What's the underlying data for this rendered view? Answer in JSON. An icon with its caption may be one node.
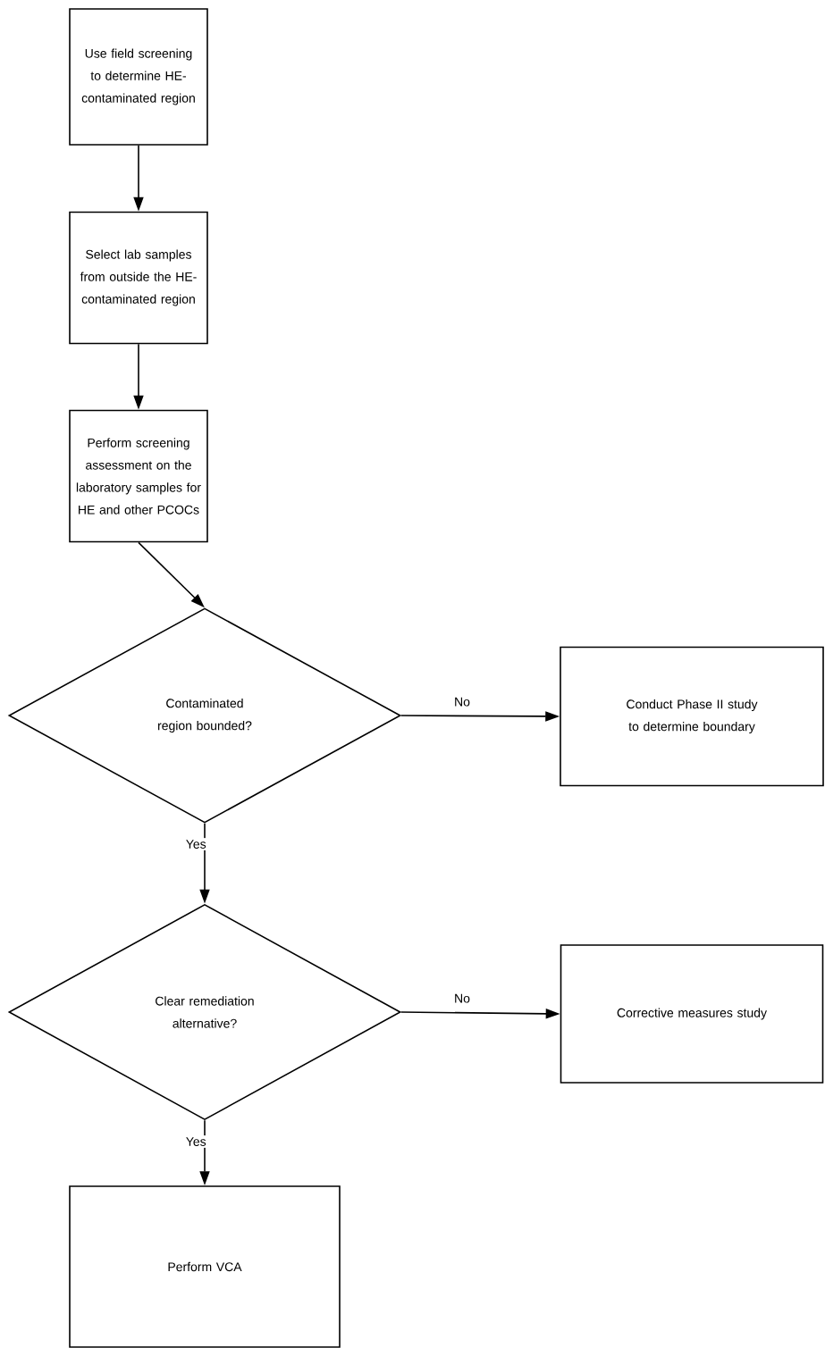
{
  "diagram": {
    "nodes": [
      {
        "text": [
          "Use field screening to determine HE-contaminated region"
        ]
      },
      {
        "text": [
          "Select lab samples from outside the HE-contaminated region"
        ]
      },
      {
        "text": [
          "Perform screening assessment on the laboratory samples for HE and other PCOCs"
        ]
      },
      {
        "text": [
          "Contaminated region bounded?"
        ]
      },
      {
        "text": [
          "Conduct Phase II study to determine boundary"
        ]
      },
      {
        "text": [
          "Clear remediation alternative?"
        ]
      },
      {
        "text": [
          "Corrective measures study"
        ]
      },
      {
        "text": [
          "Perform VCA"
        ]
      }
    ],
    "edges": [
      {
        "from": 0,
        "to": 1,
        "arrow": "to"
      },
      {
        "from": 1,
        "to": 2,
        "arrow": "to"
      },
      {
        "from": 2,
        "to": 3,
        "arrow": "to"
      },
      {
        "from": 3,
        "to": 4,
        "arrow": "to",
        "label": "No"
      },
      {
        "from": 3,
        "to": 5,
        "arrow": "to",
        "label": "Yes"
      },
      {
        "from": 5,
        "to": 6,
        "arrow": "to",
        "label": "No"
      },
      {
        "from": 5,
        "to": 7,
        "arrow": "to",
        "label": "Yes"
      }
    ]
  }
}
